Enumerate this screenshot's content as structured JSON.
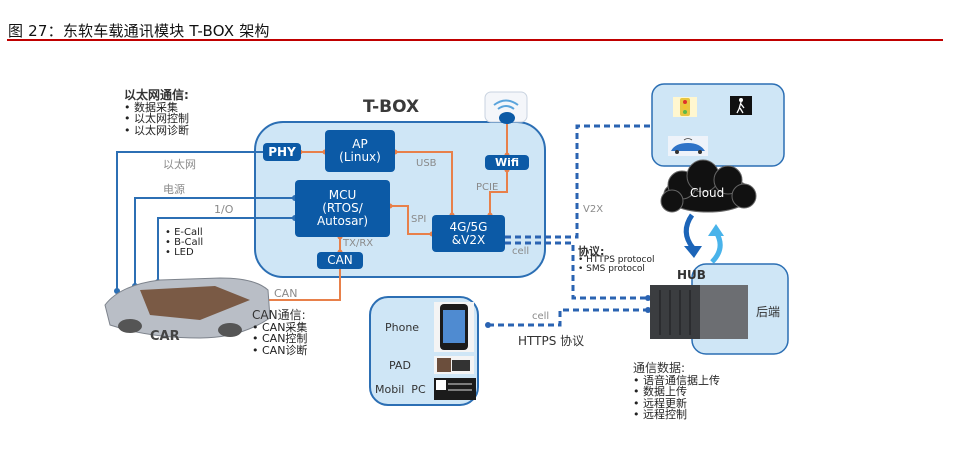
{
  "caption": "图 27：东软车载通讯模块 T-BOX 架构",
  "colors": {
    "rule": "#c00000",
    "chip_blue": "#0c5aa6",
    "panel_fill": "#cfe6f6",
    "panel_stroke": "#2c6fb4",
    "orange_link": "#e8804a",
    "dashed_link": "#2a63b2"
  },
  "tbox": {
    "title": "T-BOX",
    "phy": "PHY",
    "ap": "AP\n(Linux)",
    "mcu": "MCU\n(RTOS/\nAutosar)",
    "can": "CAN",
    "modem": "4G/5G\n&V2X",
    "wifi": "Wifi",
    "links": {
      "usb": "USB",
      "pcie": "PCIE",
      "spi": "SPI",
      "txrx": "TX/RX",
      "cell": "cell"
    }
  },
  "ethernet_note": {
    "title": "以太网通信:",
    "items": [
      "数据采集",
      "以太网控制",
      "以太网诊断"
    ]
  },
  "car_links": {
    "ethernet": "以太网",
    "power": "电源",
    "io": "1/O",
    "can": "CAN"
  },
  "io_items": [
    "E-Call",
    "B-Call",
    "LED"
  ],
  "car_label": "CAR",
  "can_note": {
    "title": "CAN通信:",
    "items": [
      "CAN采集",
      "CAN控制",
      "CAN诊断"
    ]
  },
  "devices": {
    "items": [
      "Phone",
      "PAD",
      "Mobil  PC"
    ],
    "link_label": "cell",
    "protocol": "HTTPS 协议"
  },
  "v2x_label": "V2X",
  "protocol_note": {
    "title": "协议:",
    "items": [
      "HTTPS  protocol",
      "SMS  protocol"
    ]
  },
  "v2x_targets": [
    "traffic-light",
    "pedestrian-sign",
    "connected-car"
  ],
  "cloud_label": "Cloud",
  "hub_label": "HUB",
  "backend_label": "后端",
  "data_note": {
    "title": "通信数据:",
    "items": [
      "语音通信据上传",
      "数据上传",
      "远程更新",
      "远程控制"
    ]
  }
}
